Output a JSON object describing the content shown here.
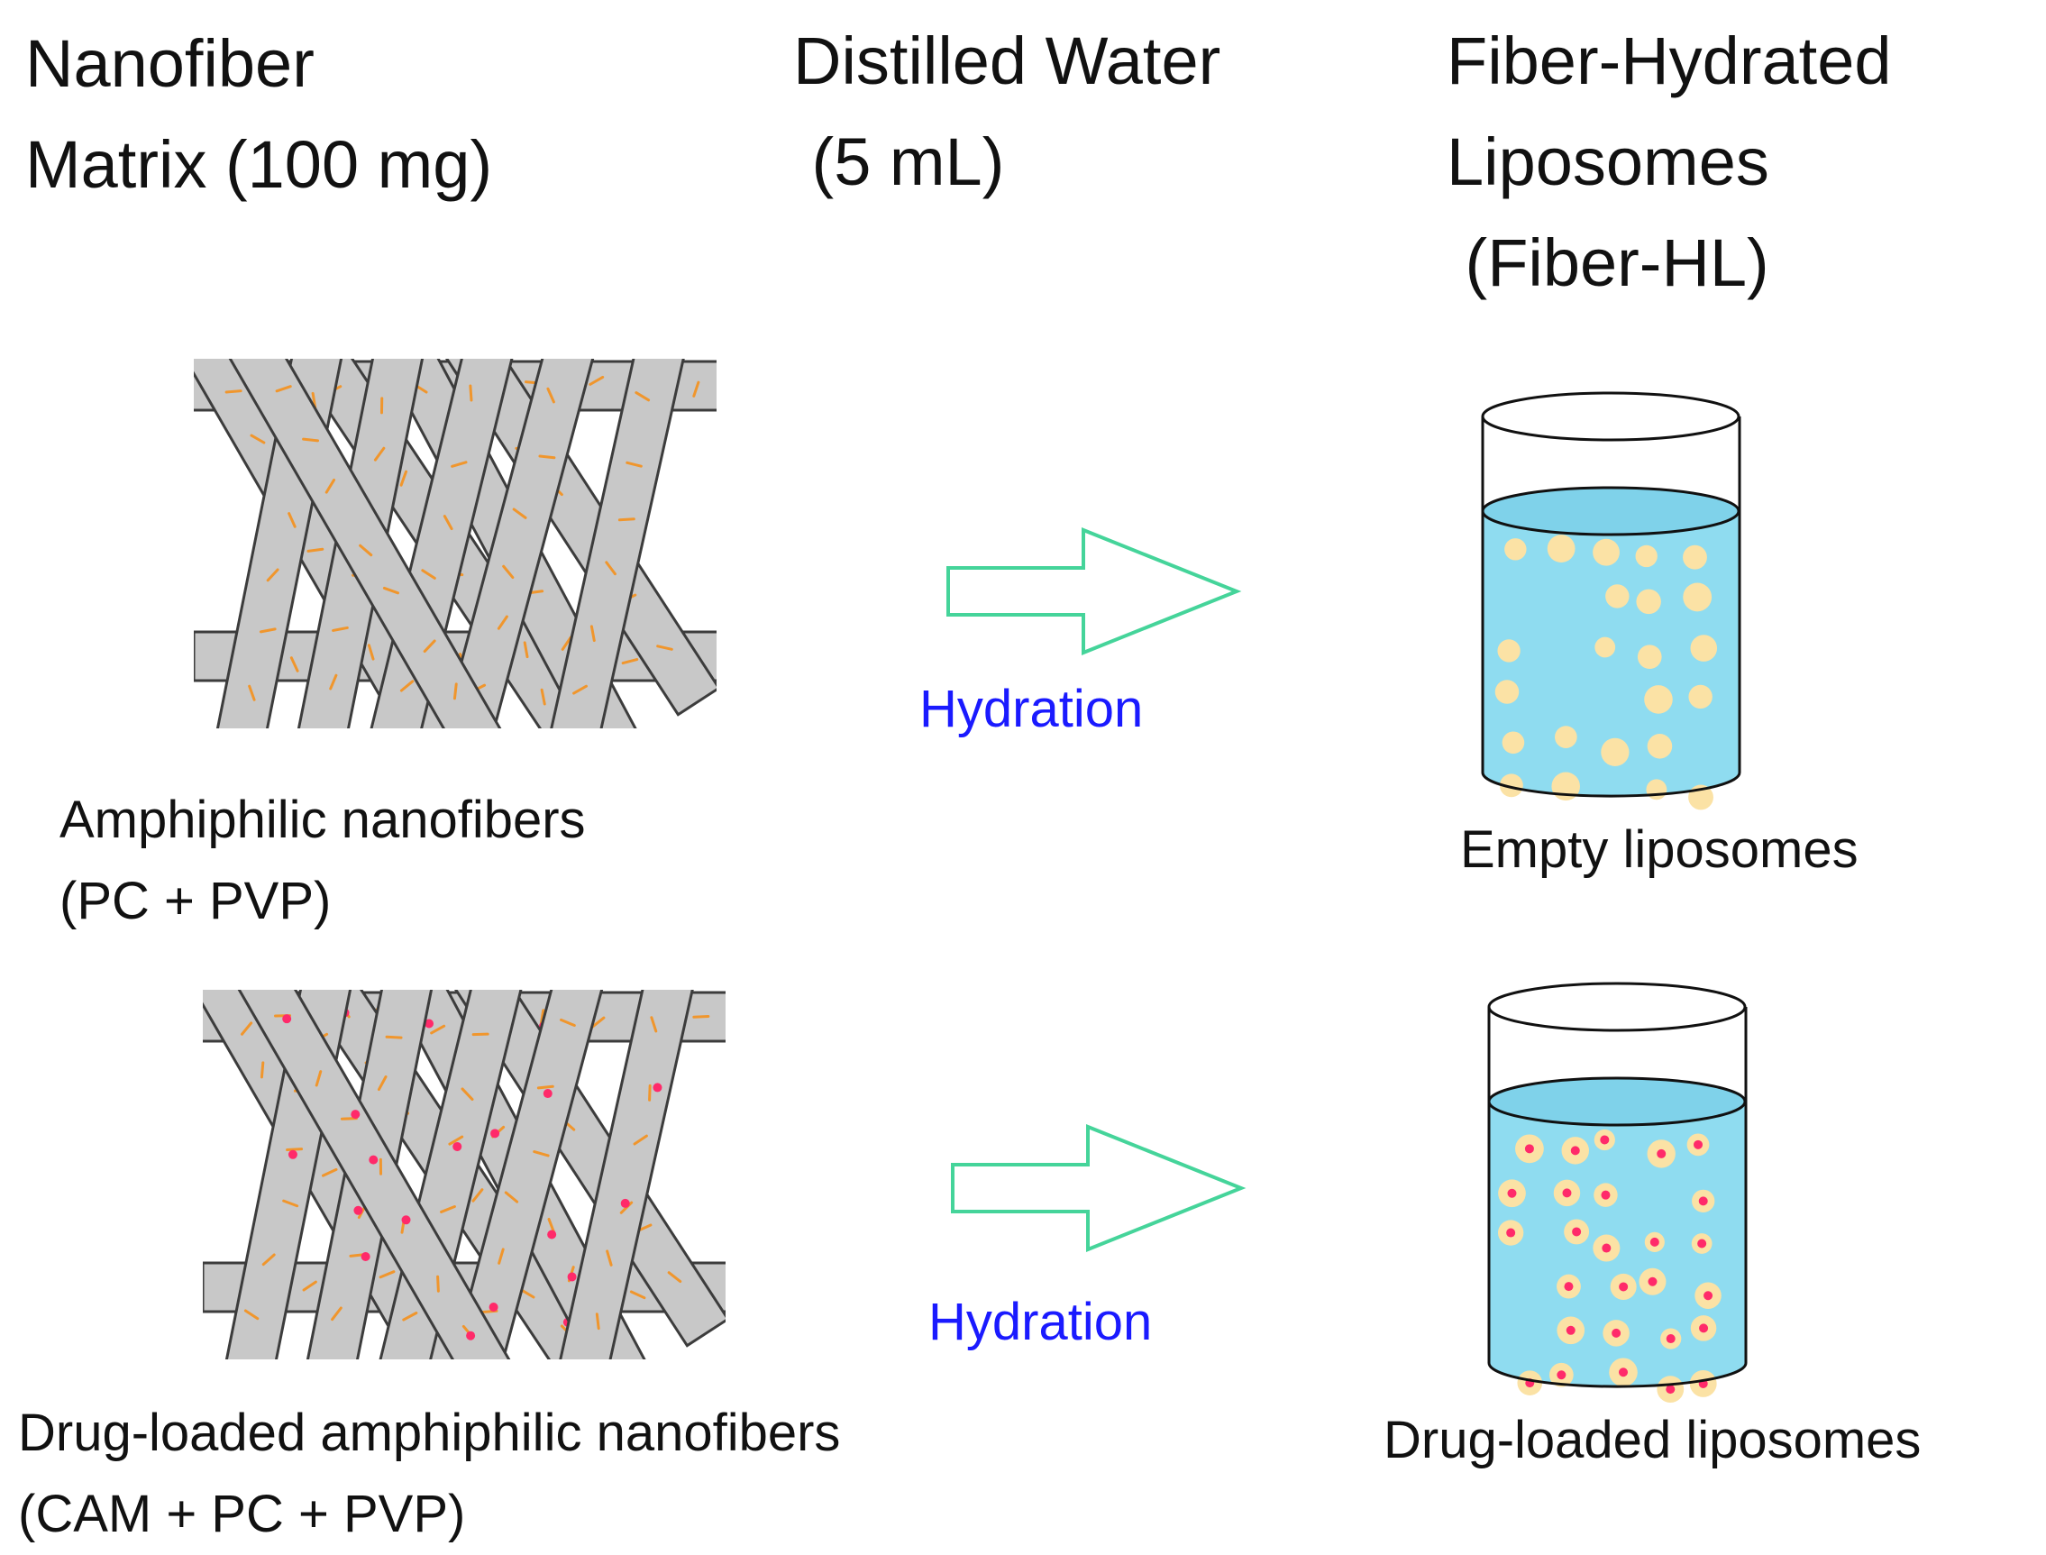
{
  "headers": {
    "matrix": [
      "Nanofiber",
      "Matrix (100 mg)"
    ],
    "water": [
      "Distilled Water",
      " (5 mL)"
    ],
    "liposomes": [
      "Fiber-Hydrated",
      "Liposomes",
      " (Fiber-HL)"
    ]
  },
  "rows": [
    {
      "fiber_caption": [
        "Amphiphilic nanofibers",
        "(PC + PVP)"
      ],
      "process_label": "Hydration",
      "beaker_caption": "Empty liposomes",
      "drug_loaded": false
    },
    {
      "fiber_caption": [
        "Drug-loaded amphiphilic nanofibers",
        "(CAM + PC + PVP)"
      ],
      "process_label": "Hydration",
      "beaker_caption": "Drug-loaded liposomes",
      "drug_loaded": true
    }
  ],
  "colors": {
    "fiber_fill": "#c8c8c8",
    "fiber_edge": "#3c3c3c",
    "lipid_dash": "#f0962d",
    "drug_dot": "#ff2a6a",
    "arrow_outline": "#45d49a",
    "water": "#8fdcf0",
    "liposome": "#fbe2a5",
    "hydration_text": "#1a1aff"
  },
  "icons": {
    "fiber_mesh": "nanofiber-mesh-illustration",
    "arrow": "hydration-arrow-icon",
    "beaker": "beaker-icon"
  }
}
